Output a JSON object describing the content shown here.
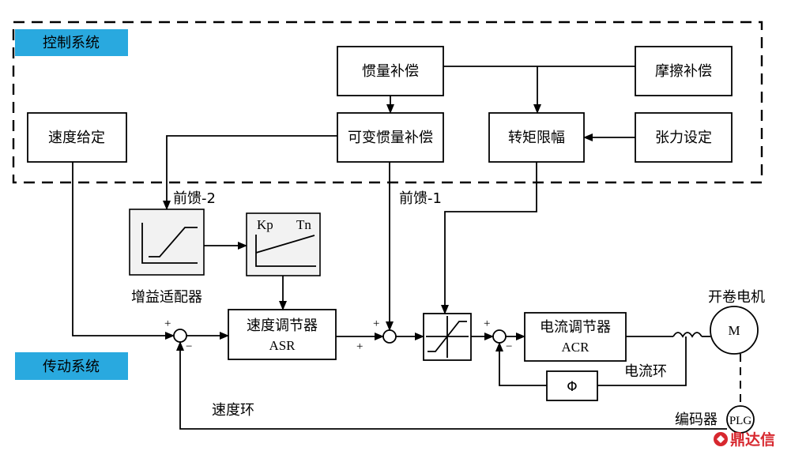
{
  "header_control": "控制系统",
  "header_drive": "传动系统",
  "blocks": {
    "inertia_comp": "惯量补偿",
    "friction_comp": "摩擦补偿",
    "speed_setpoint": "速度给定",
    "variable_inertia_comp": "可变惯量补偿",
    "torque_limit": "转矩限幅",
    "tension_setpoint": "张力设定",
    "gain_adapter_caption": "增益适配器",
    "gain_block_labels": {
      "kp": "Kp",
      "tn": "Tn"
    },
    "asr": {
      "line1": "速度调节器",
      "line2": "ASR"
    },
    "acr": {
      "line1": "电流调节器",
      "line2": "ACR"
    },
    "phi": "Φ",
    "motor_caption": "开卷电机",
    "motor_symbol": "M",
    "encoder_caption": "编码器",
    "plg": "PLG"
  },
  "labels": {
    "feedforward2": "前馈-2",
    "feedforward1": "前馈-1",
    "speed_loop": "速度环",
    "current_loop": "电流环"
  },
  "signs": {
    "s1_plus": "+",
    "s1_minus": "−",
    "s2_plus_top": "+",
    "s2_plus_left": "+",
    "s3_plus": "+",
    "s3_minus": "−"
  },
  "watermark": "鼎达信",
  "colors": {
    "header_bg": "#29a9df",
    "watermark": "#d7282f"
  }
}
